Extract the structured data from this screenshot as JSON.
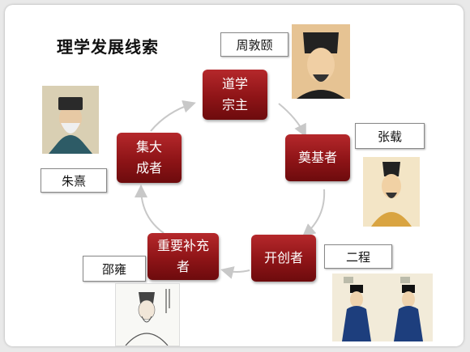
{
  "title": "理学发展线索",
  "nodes": {
    "top": "道学宗主",
    "right": "奠基者",
    "bottom_right": "开创者",
    "bottom_left": "重要补充者",
    "left": "集大成者"
  },
  "labels": {
    "zhou_dunyi": "周敦颐",
    "zhang_zai": "张载",
    "er_cheng": "二程",
    "shao_yong": "邵雍",
    "zhu_xi": "朱熹"
  },
  "colors": {
    "node_fill": "#8e1417",
    "arrow": "#c8c8c8",
    "background": "#ffffff"
  },
  "icons": [
    "portrait-zhu-xi",
    "portrait-zhou-dunyi",
    "portrait-zhang-zai",
    "portrait-er-cheng",
    "portrait-shao-yong"
  ]
}
